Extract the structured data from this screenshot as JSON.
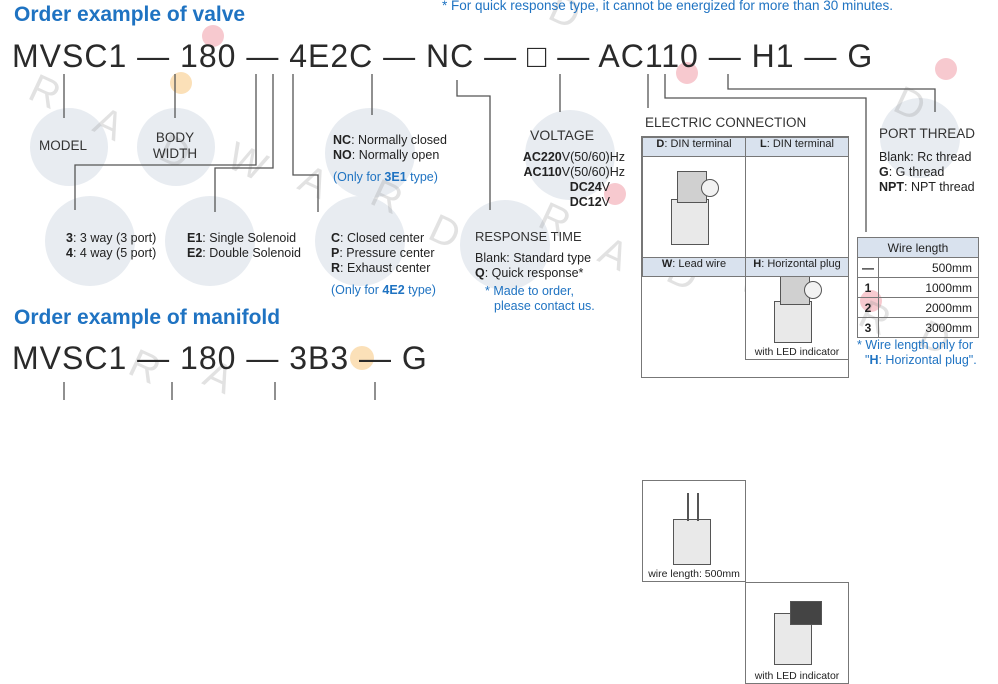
{
  "valve_title": "Order example of valve",
  "top_note": "* For quick response type, it cannot be energized for more than 30 minutes.",
  "valve_code": {
    "c1": "MVSC1",
    "d1": "—",
    "c2": "180",
    "d2": "—",
    "c3": "4E2C",
    "d3": "—",
    "c4": "NC",
    "d4": "—",
    "c5": "□",
    "d5": "—",
    "c6": "AC110",
    "d6": "—",
    "c7": "H1",
    "d7": "—",
    "c8": "G"
  },
  "model_label": "MODEL",
  "body_width_label": "BODY WIDTH",
  "way": {
    "k1": "3",
    "v1": ": 3 way (3 port)",
    "k2": "4",
    "v2": ": 4 way (5 port)"
  },
  "solenoid": {
    "k1": "E1",
    "v1": ": Single Solenoid",
    "k2": "E2",
    "v2": ": Double Solenoid"
  },
  "center": {
    "k1": "C",
    "v1": ": Closed center",
    "k2": "P",
    "v2": ": Pressure center",
    "k3": "R",
    "v3": ": Exhaust center",
    "note_a": "(Only for ",
    "note_b": "4E2",
    "note_c": " type)"
  },
  "nc": {
    "k1": "NC",
    "v1": ": Normally closed",
    "k2": "NO",
    "v2": ": Normally open",
    "note_a": "(Only for ",
    "note_b": "3E1",
    "note_c": " type)"
  },
  "response": {
    "title": "RESPONSE TIME",
    "l1": "Blank: Standard type",
    "k2": "Q",
    "v2": ": Quick response*",
    "n1": "* Made to order,",
    "n2": "please contact us."
  },
  "voltage": {
    "title": "VOLTAGE",
    "k1": "AC220",
    "v1": "V(50/60)Hz",
    "k2": "AC110",
    "v2": "V(50/60)Hz",
    "k3": "DC24",
    "v3": "V",
    "k4": "DC12",
    "v4": "V"
  },
  "electric": {
    "title": "ELECTRIC CONNECTION",
    "d_k": "D",
    "d_v": ": DIN terminal",
    "l_k": "L",
    "l_v": ": DIN terminal",
    "w_k": "W",
    "w_v": ": Lead wire",
    "h_k": "H",
    "h_v": ": Horizontal plug",
    "cap_led": "with LED indicator",
    "cap_wire": "wire length: 500mm",
    "cap_led2": "with LED indicator"
  },
  "port": {
    "title": "PORT THREAD",
    "l1": "Blank: Rc thread",
    "k2": "G",
    "v2": ": G thread",
    "k3": "NPT",
    "v3": ": NPT thread"
  },
  "wire_length": {
    "header": "Wire length",
    "rows": [
      {
        "k": "—",
        "v": "500mm"
      },
      {
        "k": "1",
        "v": "1000mm"
      },
      {
        "k": "2",
        "v": "2000mm"
      },
      {
        "k": "3",
        "v": "3000mm"
      }
    ],
    "n1": "* Wire length only for",
    "n2a": "\"",
    "n2b": "H",
    "n2c": ": Horizontal plug\"."
  },
  "manifold_title": "Order example of manifold",
  "manifold_code": {
    "c1": "MVSC1",
    "d1": "—",
    "c2": "180",
    "d2": "—",
    "c3": "3B3",
    "d3": "—",
    "c4": "G"
  },
  "watermark": [
    "R",
    "A",
    "D",
    "W",
    "A",
    "R",
    "D"
  ],
  "colors": {
    "accent": "#1f73c2",
    "header_fill": "#d9e2ee",
    "circle": "#e8ecf1",
    "pink_dot": "#f7c9cf",
    "orange_dot": "#fbe0b8"
  }
}
